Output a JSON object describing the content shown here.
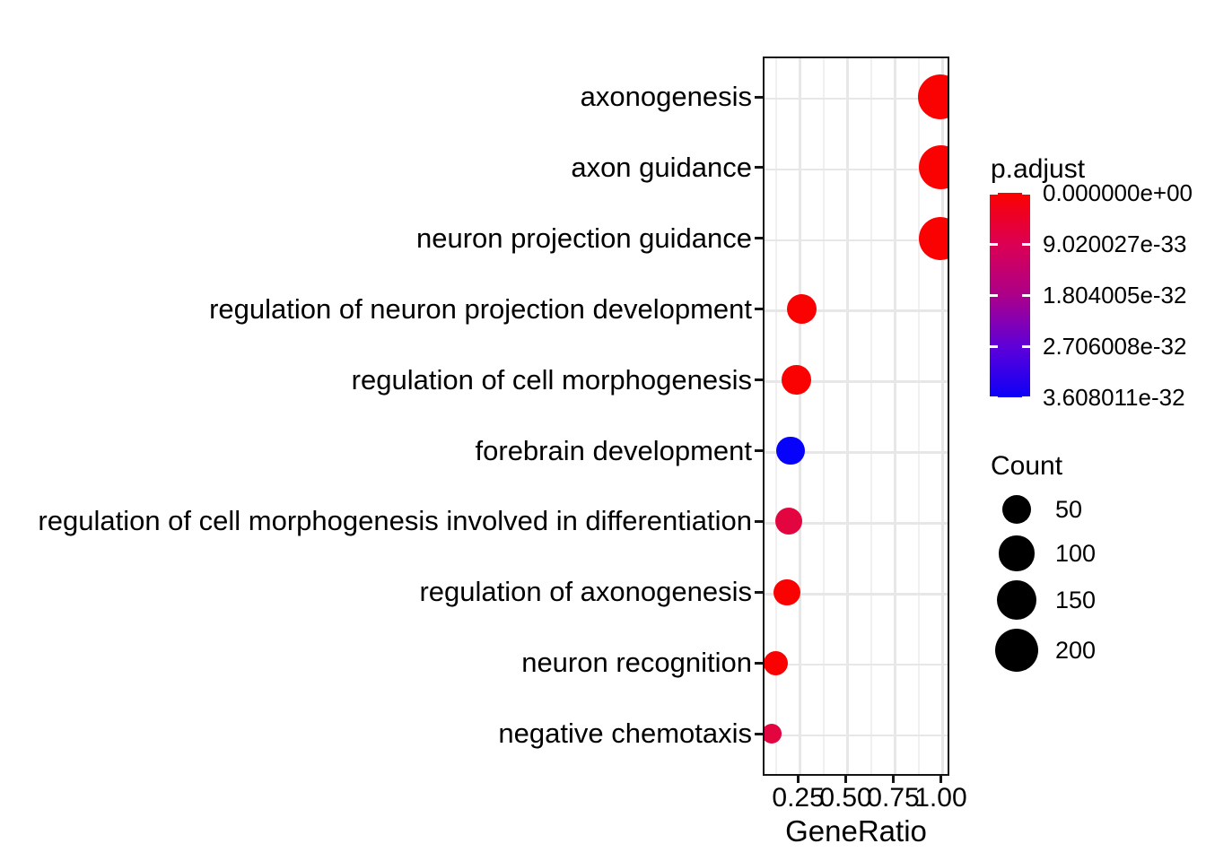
{
  "chart_data": {
    "type": "scatter",
    "chart_kind": "go-enrichment-dotplot",
    "title": "",
    "xlabel": "GeneRatio",
    "ylabel": "",
    "x_tick_labels": [
      "0.25",
      "0.50",
      "0.75",
      "1.00"
    ],
    "x_tick_values": [
      0.25,
      0.5,
      0.75,
      1.0
    ],
    "xlim": [
      0.063,
      1.045
    ],
    "grid": true,
    "categories": [
      "axonogenesis",
      "axon guidance",
      "neuron projection guidance",
      "regulation of neuron projection development",
      "regulation of cell morphogenesis",
      "forebrain development",
      "regulation of cell morphogenesis involved in differentiation",
      "regulation of axonogenesis",
      "neuron recognition",
      "negative chemotaxis"
    ],
    "points": [
      {
        "term": "axonogenesis",
        "gene_ratio": 1.0,
        "count": 212,
        "p_adjust_approx": 0,
        "dot_color": "#FA0202"
      },
      {
        "term": "axon guidance",
        "gene_ratio": 1.0,
        "count": 200,
        "p_adjust_approx": 0,
        "p": "",
        "dot_color": "#FA0202"
      },
      {
        "term": "neuron projection guidance",
        "gene_ratio": 1.0,
        "count": 188,
        "p_adjust_approx": 0,
        "dot_color": "#FA0202"
      },
      {
        "term": "regulation of neuron projection development",
        "gene_ratio": 0.27,
        "count": 56,
        "p_adjust_approx": 1e-33,
        "dot_color": "#FA0202"
      },
      {
        "term": "regulation of cell morphogenesis",
        "gene_ratio": 0.24,
        "count": 54,
        "p_adjust_approx": 1e-33,
        "dot_color": "#FA0202"
      },
      {
        "term": "forebrain development",
        "gene_ratio": 0.21,
        "count": 50,
        "p_adjust_approx": 3.608e-32,
        "dot_color": "#0702FA"
      },
      {
        "term": "regulation of cell morphogenesis involved in differentiation",
        "gene_ratio": 0.2,
        "count": 39,
        "p_adjust_approx": 6e-33,
        "dot_color": "#E20540"
      },
      {
        "term": "regulation of axonogenesis",
        "gene_ratio": 0.19,
        "count": 36,
        "p_adjust_approx": 1.5e-33,
        "dot_color": "#FA0202"
      },
      {
        "term": "neuron recognition",
        "gene_ratio": 0.13,
        "count": 25,
        "p_adjust_approx": 8e-34,
        "dot_color": "#FA0202"
      },
      {
        "term": "negative chemotaxis",
        "gene_ratio": 0.11,
        "count": 8,
        "p_adjust_approx": 6.5e-33,
        "dot_color": "#E20540"
      }
    ],
    "legends": {
      "color": {
        "title": "p.adjust",
        "tick_labels": [
          "0.000000e+00",
          "9.020027e-33",
          "1.804005e-32",
          "2.706008e-32",
          "3.608011e-32"
        ],
        "gradient_stops": [
          "#FB0100",
          "#DC0053",
          "#AC0089",
          "#5F00D8",
          "#0D00F7"
        ],
        "orientation": "vertical",
        "position": "right"
      },
      "size": {
        "title": "Count",
        "entries": [
          {
            "label": "50",
            "count": 50
          },
          {
            "label": "100",
            "count": 100
          },
          {
            "label": "150",
            "count": 150
          },
          {
            "label": "200",
            "count": 200
          }
        ],
        "swatch_color": "#000000"
      }
    }
  }
}
